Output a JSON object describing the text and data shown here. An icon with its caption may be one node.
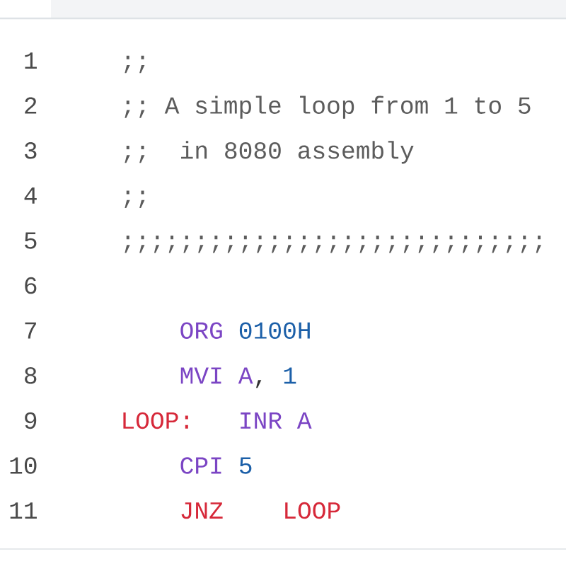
{
  "diagram": {
    "labels": [
      "1",
      ";;",
      "2",
      ";; A simple loop from 1 to 5",
      "3",
      ";;",
      "in 8080 assembly",
      "4",
      ";;",
      "5",
      ";;;;;;;;;;;;;;;;;;;;;;;;;;;;;",
      "6",
      "7",
      "ORG",
      "0100H",
      "8",
      "MVI",
      "A",
      ",",
      "1",
      "9",
      "LOOP:",
      "INR A",
      "10",
      "CPI",
      "5",
      "11",
      "JNZ",
      "LOOP"
    ]
  }
}
